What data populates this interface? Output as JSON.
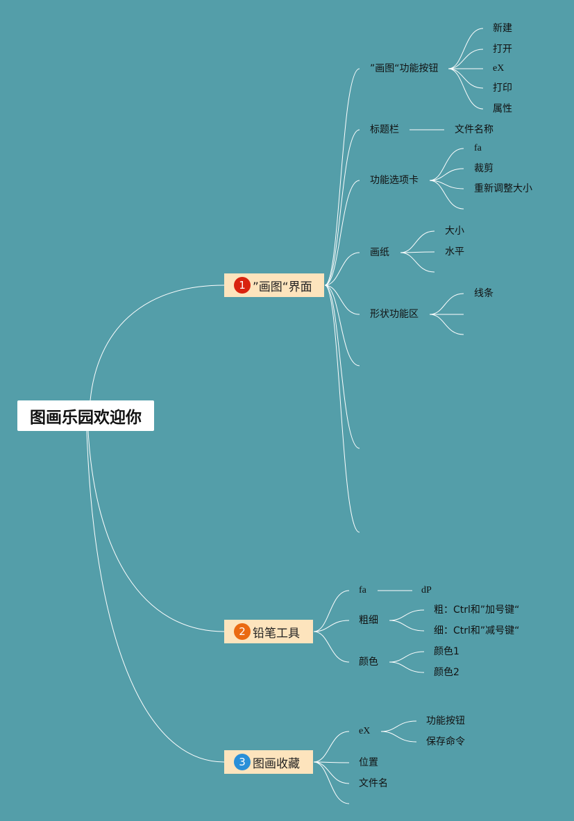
{
  "colors": {
    "background": "#549ea9",
    "line": "#ffffff",
    "branch_fill": "#fde4bd",
    "badge_1": "#d9230f",
    "badge_2": "#ea6a12",
    "badge_3": "#2a8fd8"
  },
  "root": {
    "label": "图画乐园欢迎你"
  },
  "branches": [
    {
      "number": "1",
      "label": "”画图“界面",
      "children": [
        {
          "label": "”画图“功能按钮",
          "children": [
            "新建",
            "打开",
            "eX",
            "打印",
            "属性"
          ]
        },
        {
          "label": "标题栏",
          "children": [
            "文件名称"
          ]
        },
        {
          "label": "功能选项卡",
          "children": [
            "fa",
            "裁剪",
            "重新调整大小",
            ""
          ]
        },
        {
          "label": "画纸",
          "children": [
            "大小",
            "水平",
            ""
          ]
        },
        {
          "label": "形状功能区",
          "children": [
            "线条",
            "",
            ""
          ]
        },
        {
          "label": "",
          "children": []
        },
        {
          "label": "",
          "children": []
        },
        {
          "label": "",
          "children": []
        }
      ]
    },
    {
      "number": "2",
      "label": "铅笔工具",
      "children": [
        {
          "label": "fa",
          "children": [
            "dP"
          ]
        },
        {
          "label": "粗细",
          "children": [
            "粗：Ctrl和”加号键“",
            "细：Ctrl和”减号键“"
          ]
        },
        {
          "label": "颜色",
          "children": [
            "颜色1",
            "颜色2"
          ]
        }
      ]
    },
    {
      "number": "3",
      "label": "图画收藏",
      "children": [
        {
          "label": "eX",
          "children": [
            "功能按钮",
            "保存命令"
          ]
        },
        {
          "label": "位置",
          "children": []
        },
        {
          "label": "文件名",
          "children": []
        },
        {
          "label": "",
          "children": []
        }
      ]
    }
  ]
}
